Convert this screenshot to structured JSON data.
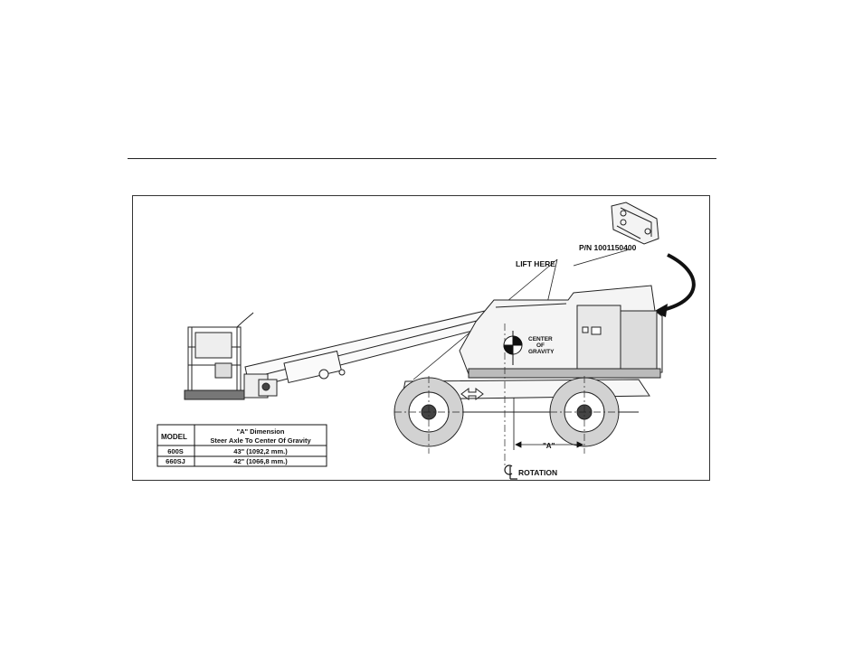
{
  "figure": {
    "part_number": "P/N 1001150400",
    "lift_here": "LIFT HERE",
    "center_of_gravity": [
      "CENTER",
      "OF",
      "GRAVITY"
    ],
    "dimension_a": "\"A\"",
    "rotation": "ROTATION",
    "centerline_symbol": "C L"
  },
  "table": {
    "header_model": "MODEL",
    "header_dim_line1": "\"A\" Dimension",
    "header_dim_line2": "Steer Axle To Center Of Gravity",
    "rows": [
      {
        "model": "600S",
        "value": "43\" (1092,2 mm.)"
      },
      {
        "model": "660SJ",
        "value": "42\" (1066,8 mm.)"
      }
    ]
  }
}
